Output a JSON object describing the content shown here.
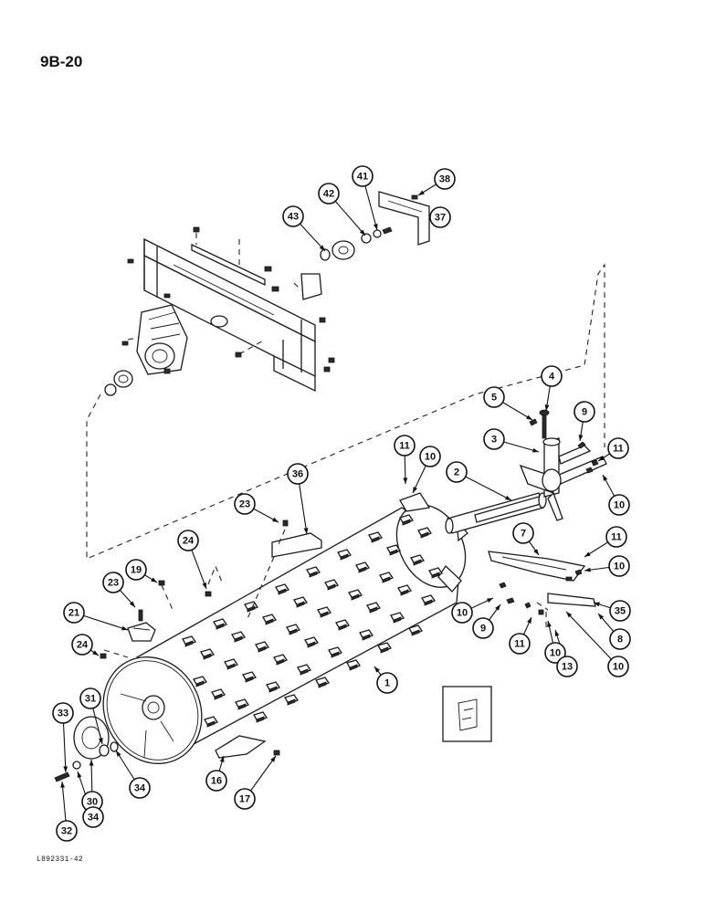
{
  "page": {
    "number": "9B-20",
    "doc_code": "L892331-42"
  },
  "callouts": [
    {
      "id": "c1",
      "label": "1"
    },
    {
      "id": "c2",
      "label": "2"
    },
    {
      "id": "c3",
      "label": "3"
    },
    {
      "id": "c4",
      "label": "4"
    },
    {
      "id": "c5",
      "label": "5"
    },
    {
      "id": "c7",
      "label": "7"
    },
    {
      "id": "c8",
      "label": "8"
    },
    {
      "id": "c9a",
      "label": "9"
    },
    {
      "id": "c9b",
      "label": "9"
    },
    {
      "id": "c10a",
      "label": "10"
    },
    {
      "id": "c10b",
      "label": "10"
    },
    {
      "id": "c10c",
      "label": "10"
    },
    {
      "id": "c10d",
      "label": "10"
    },
    {
      "id": "c10e",
      "label": "10"
    },
    {
      "id": "c10f",
      "label": "10"
    },
    {
      "id": "c10g",
      "label": "10"
    },
    {
      "id": "c11a",
      "label": "11"
    },
    {
      "id": "c11b",
      "label": "11"
    },
    {
      "id": "c11c",
      "label": "11"
    },
    {
      "id": "c11d",
      "label": "11"
    },
    {
      "id": "c13",
      "label": "13"
    },
    {
      "id": "c16",
      "label": "16"
    },
    {
      "id": "c17",
      "label": "17"
    },
    {
      "id": "c19",
      "label": "19"
    },
    {
      "id": "c21",
      "label": "21"
    },
    {
      "id": "c23a",
      "label": "23"
    },
    {
      "id": "c23b",
      "label": "23"
    },
    {
      "id": "c24a",
      "label": "24"
    },
    {
      "id": "c24b",
      "label": "24"
    },
    {
      "id": "c30",
      "label": "30"
    },
    {
      "id": "c31",
      "label": "31"
    },
    {
      "id": "c32",
      "label": "32"
    },
    {
      "id": "c33",
      "label": "33"
    },
    {
      "id": "c34a",
      "label": "34"
    },
    {
      "id": "c34b",
      "label": "34"
    },
    {
      "id": "c35",
      "label": "35"
    },
    {
      "id": "c36",
      "label": "36"
    },
    {
      "id": "c37",
      "label": "37"
    },
    {
      "id": "c38",
      "label": "38"
    },
    {
      "id": "c41",
      "label": "41"
    },
    {
      "id": "c42",
      "label": "42"
    },
    {
      "id": "c43",
      "label": "43"
    }
  ]
}
